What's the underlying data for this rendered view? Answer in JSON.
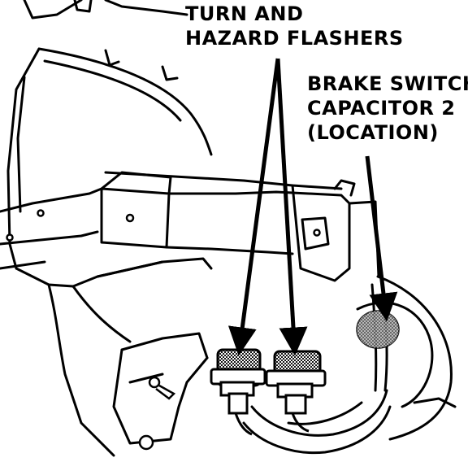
{
  "labels": {
    "flashers": {
      "line1": "TURN AND",
      "line2": "HAZARD FLASHERS"
    },
    "capacitor": {
      "line1": "BRAKE SWITCH",
      "line2": "CAPACITOR 2",
      "line3": "(LOCATION)"
    }
  },
  "colors": {
    "line": "#000000",
    "background": "#ffffff",
    "capacitor_shading": "#8a8a8a"
  }
}
